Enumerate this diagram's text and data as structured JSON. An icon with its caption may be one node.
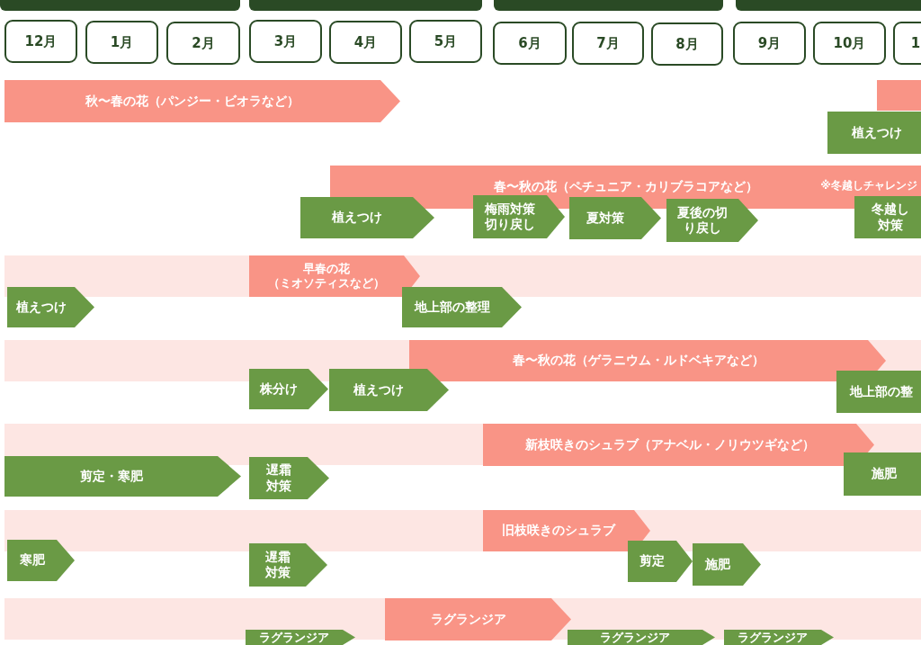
{
  "diagram": {
    "nodes": [
      {
        "text": [],
        "shape": "bar"
      },
      {
        "text": [],
        "shape": "bar"
      },
      {
        "text": [],
        "shape": "bar"
      },
      {
        "text": [],
        "shape": "bar"
      },
      {
        "text": [
          "12月"
        ]
      },
      {
        "text": [
          "1月"
        ]
      },
      {
        "text": [
          "2月"
        ]
      },
      {
        "text": [
          "3月"
        ]
      },
      {
        "text": [
          "4月"
        ]
      },
      {
        "text": [
          "5月"
        ]
      },
      {
        "text": [
          "6月"
        ]
      },
      {
        "text": [
          "7月"
        ]
      },
      {
        "text": [
          "8月"
        ]
      },
      {
        "text": [
          "9月"
        ]
      },
      {
        "text": [
          "10月"
        ]
      },
      {
        "text": [
          "1"
        ]
      },
      {
        "text": [
          "秋〜春の花（パンジー・ビオラなど）"
        ]
      },
      {
        "text": [],
        "shape": "bar"
      },
      {
        "text": [
          "植えつけ"
        ]
      },
      {
        "text": [
          "春〜秋の花（ペチュニア・カリブラコアなど）",
          "※冬越しチャレンジ"
        ]
      },
      {
        "text": [
          "植えつけ"
        ]
      },
      {
        "text": [
          "梅雨対策切り戻し"
        ]
      },
      {
        "text": [
          "夏対策"
        ]
      },
      {
        "text": [
          "夏後の切り戻し"
        ]
      },
      {
        "text": [
          "冬越し対策"
        ]
      },
      {
        "text": [
          "早春の花（ミオソティスなど）"
        ]
      },
      {
        "text": [
          "植えつけ"
        ]
      },
      {
        "text": [
          "地上部の整理"
        ]
      },
      {
        "text": [
          "春〜秋の花（ゲラニウム・ルドベキアなど）"
        ]
      },
      {
        "text": [
          "株分け"
        ]
      },
      {
        "text": [
          "植えつけ"
        ]
      },
      {
        "text": [
          "地上部の整"
        ]
      },
      {
        "text": [
          "新枝咲きのシュラブ（アナベル・ノリウツギなど）"
        ]
      },
      {
        "text": [
          "剪定・寒肥"
        ]
      },
      {
        "text": [
          "遅霜対策"
        ]
      },
      {
        "text": [
          "施肥"
        ]
      },
      {
        "text": [
          "旧枝咲きのシュラブ"
        ]
      },
      {
        "text": [
          "寒肥"
        ]
      },
      {
        "text": [
          "遅霜対策"
        ]
      },
      {
        "text": [
          "剪定"
        ]
      },
      {
        "text": [
          "施肥"
        ]
      },
      {
        "text": [
          "ラグランジア"
        ]
      },
      {
        "text": [
          "ラグランジア"
        ]
      },
      {
        "text": [
          "ラグランジア"
        ]
      },
      {
        "text": [
          "ラグランジア"
        ]
      }
    ]
  }
}
